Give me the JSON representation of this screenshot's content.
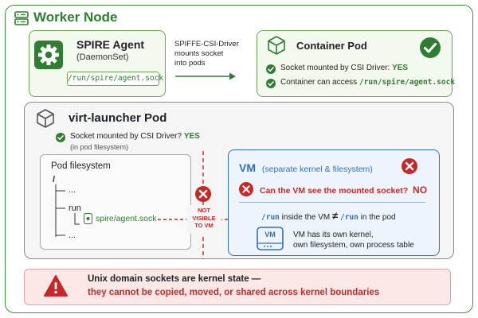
{
  "title": "Worker Node",
  "spire": {
    "title": "SPIRE Agent",
    "subtitle": "(DaemonSet)",
    "socket_path": "/run/spire/agent.sock"
  },
  "arrow_label": [
    "SPIFFE-CSI-Driver",
    "mounts socket",
    "into pods"
  ],
  "container_pod": {
    "title": "Container Pod",
    "line1_text": "Socket mounted by CSI Driver:",
    "line1_status": "YES",
    "line2_text": "Container can access",
    "line2_path": "/run/spire/agent.sock"
  },
  "virt_launcher": {
    "title": "virt-launcher Pod",
    "mounted_text": "Socket mounted by CSI Driver?",
    "mounted_status": "YES",
    "mounted_note": "(in pod filesystem)",
    "fs_title": "Pod filesystem",
    "fs_root": "/",
    "fs_dots1": "...",
    "fs_run": "run",
    "fs_sock": "spire/agent.sock",
    "fs_dots2": "..."
  },
  "boundary_label": [
    "NOT",
    "VISIBLE",
    "TO VM"
  ],
  "vm": {
    "title": "VM",
    "title_note": "(separate kernel & filesystem)",
    "question": "Can the VM see the mounted socket?",
    "answer": "NO",
    "run_a": "/run",
    "run_a_note": "inside the VM",
    "neq": "≠",
    "run_b": "/run",
    "run_b_note": "in the pod",
    "icon_label": "VM",
    "own_line1": "VM has its own kernel,",
    "own_line2": "own filesystem, own process table"
  },
  "warning": {
    "line1": "Unix domain sockets are kernel state —",
    "line2": "they cannot be copied, moved, or shared across kernel boundaries"
  },
  "colors": {
    "green": "#2e7d32",
    "red": "#c62828",
    "blue": "#2f6fb6"
  },
  "icons": [
    "server-icon",
    "gear-icon",
    "cube-icon",
    "check-circle-icon",
    "x-circle-icon",
    "vm-monitor-icon",
    "warning-icon"
  ]
}
